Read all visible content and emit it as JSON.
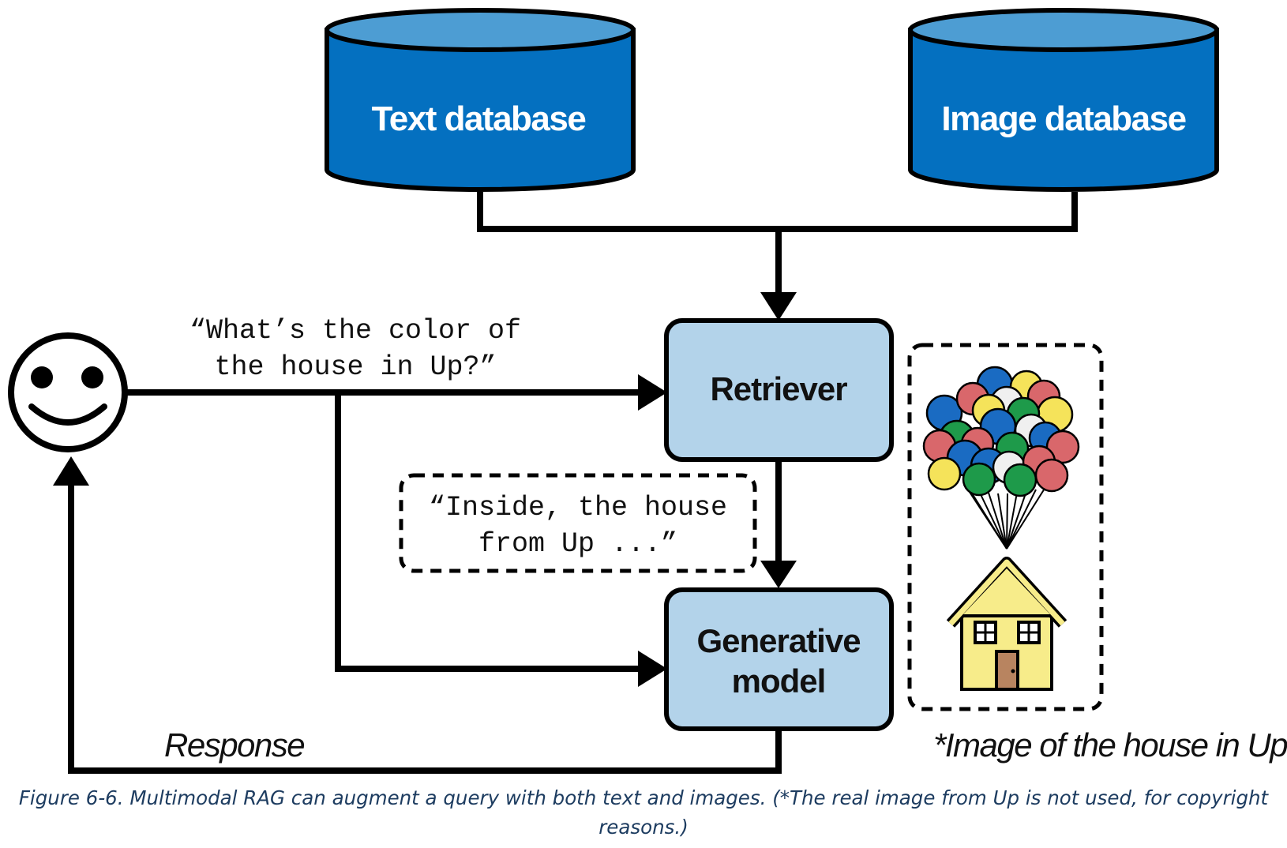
{
  "databases": {
    "text": "Text database",
    "image": "Image database"
  },
  "boxes": {
    "retriever": "Retriever",
    "generative_line1": "Generative",
    "generative_line2": "model"
  },
  "query": {
    "line1": "“What’s the color of",
    "line2": "the house in Up?”"
  },
  "retrieved_text": {
    "line1": "“Inside, the house",
    "line2": "from Up ...”"
  },
  "response_label": "Response",
  "image_note": "*Image of the house in Up",
  "caption": "Figure 6-6. Multimodal RAG can augment a query with both text and images. (*The real image from Up is not used, for copyright reasons.)",
  "colors": {
    "database_fill": "#0470c0",
    "database_top": "#4d9dd3",
    "box_fill": "#b3d3ea",
    "stroke": "#000000",
    "caption": "#1d3c60"
  },
  "icons": [
    "smiley-user-icon",
    "balloon-house-icon"
  ]
}
